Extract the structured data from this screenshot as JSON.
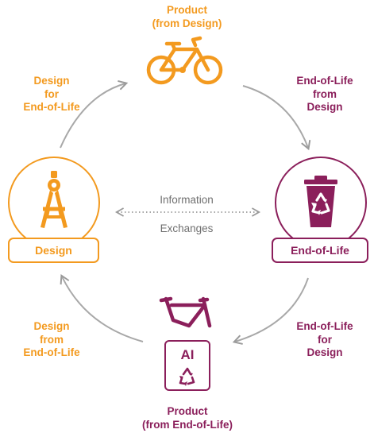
{
  "colors": {
    "orange": "#f39a1f",
    "purple": "#8b1f5b",
    "grey": "#9a9a9a"
  },
  "nodes": {
    "product_design": {
      "line1": "Product",
      "line2": "(from Design)",
      "icon": "bicycle-icon"
    },
    "design": {
      "label": "Design",
      "icon": "compass-icon"
    },
    "end_of_life": {
      "label": "End-of-Life",
      "icon": "recycle-bin-icon"
    },
    "product_eol": {
      "line1": "Product",
      "line2": "(from End-of-Life)",
      "icon": "bike-frame-icon",
      "ai_text": "AI"
    }
  },
  "arrows": {
    "design_for_eol": {
      "line1": "Design",
      "line2": "for",
      "line3": "End-of-Life"
    },
    "eol_from_design": {
      "line1": "End-of-Life",
      "line2": "from",
      "line3": "Design"
    },
    "eol_for_design": {
      "line1": "End-of-Life",
      "line2": "for",
      "line3": "Design"
    },
    "design_from_eol": {
      "line1": "Design",
      "line2": "from",
      "line3": "End-of-Life"
    }
  },
  "center": {
    "line1": "Information",
    "line2": "Exchanges"
  }
}
